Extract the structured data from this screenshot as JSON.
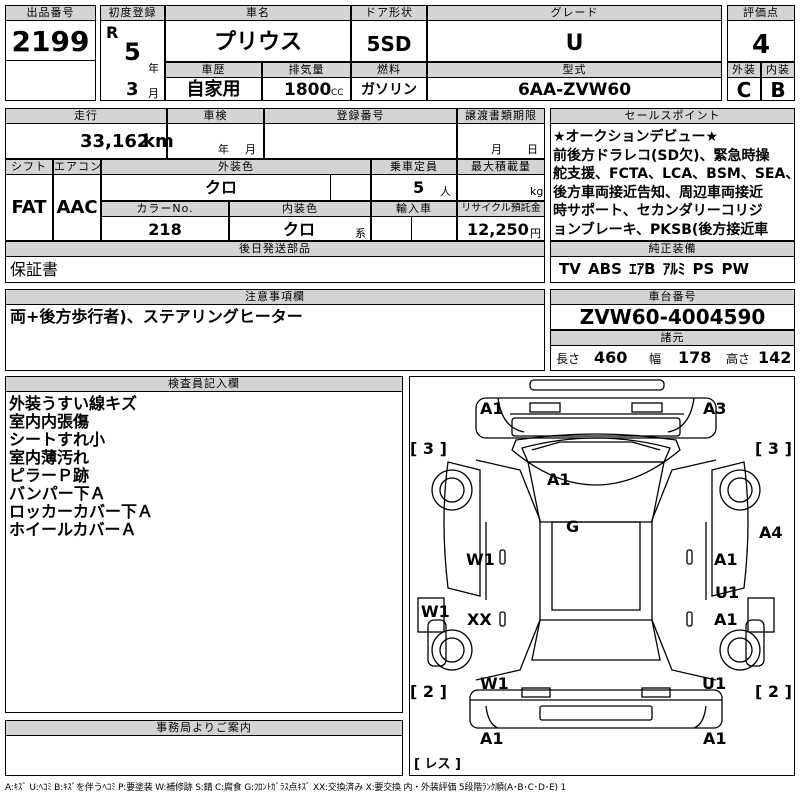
{
  "header_row": {
    "lot_label": "出品番号",
    "lot": "2199",
    "first_reg_label": "初度登録",
    "era": "R",
    "year": "5",
    "year_unit": "年",
    "month": "3",
    "month_unit": "月",
    "model_label": "車名",
    "model": "プリウス",
    "door_label": "ドア形状",
    "door": "5SD",
    "grade_label": "グレード",
    "grade": "U",
    "score_label": "評価点",
    "score": "4",
    "history_label": "車歴",
    "history": "自家用",
    "displacement_label": "排気量",
    "displacement": "1800",
    "displacement_unit": "CC",
    "fuel_label": "燃料",
    "fuel": "ガソリン",
    "type_label": "型式",
    "type": "6AA-ZVW60",
    "exterior_label": "外装",
    "exterior_grade": "C",
    "interior_label": "内装",
    "interior_grade": "B"
  },
  "row2": {
    "mileage_label": "走行",
    "mileage": "33,162",
    "mileage_unit": "km",
    "inspection_label": "車検",
    "inspection_year_unit": "年",
    "inspection_month_unit": "月",
    "plate_label": "登録番号",
    "transfer_label": "譲渡書類期限",
    "transfer_month_unit": "月",
    "transfer_day_unit": "日",
    "shift_label": "シフト",
    "shift": "FAT",
    "ac_label": "エアコン",
    "ac": "AAC",
    "color_label": "外装色",
    "color": "クロ",
    "capacity_label": "乗車定員",
    "capacity": "5",
    "capacity_unit": "人",
    "max_load_label": "最大積載量",
    "max_load_unit": "kg",
    "color_no_label": "カラーNo.",
    "color_no": "218",
    "interior_color_label": "内装色",
    "interior_color": "クロ",
    "interior_color_unit": "系",
    "import_label": "輸入車",
    "recycle_label": "リサイクル預託金",
    "recycle": "12,250",
    "recycle_unit": "円"
  },
  "sales_points": {
    "label": "セールスポイント",
    "lines": [
      "★オークションデビュー★",
      "前後方ドラレコ(SD欠)、緊急時操",
      "舵支援、FCTA、LCA、BSM、SEA、",
      "後方車両接近告知、周辺車両接近",
      "時サポート、セカンダリーコリジ",
      "ョンブレーキ、PKSB(後方接近車"
    ]
  },
  "later_parts": {
    "label": "後日発送部品",
    "value": "保証書"
  },
  "equipment": {
    "label": "純正装備",
    "value": "TV ABS ｴｱB ｱﾙﾐ PS PW"
  },
  "notes": {
    "label": "注意事項欄",
    "value": "両+後方歩行者)、ステアリングヒーター"
  },
  "chassis": {
    "label": "車台番号",
    "value": "ZVW60-4004590"
  },
  "dimensions": {
    "label": "諸元",
    "length_label": "長さ",
    "length": "460",
    "width_label": "幅",
    "width": "178",
    "height_label": "高さ",
    "height": "142"
  },
  "inspector": {
    "label": "検査員記入欄",
    "lines": [
      "外装うすい線キズ",
      "室内内張傷",
      "シートすれ小",
      "室内薄汚れ",
      "ピラーＰ跡",
      "バンパー下Ａ",
      "ロッカーカバー下Ａ",
      "ホイールカバーＡ"
    ]
  },
  "office": {
    "label": "事務局よりご案内"
  },
  "diagram_marks": {
    "front_left": "A1",
    "front_right": "A3",
    "tire_fl": "[ 3 ]",
    "tire_fr": "[ 3 ]",
    "hood": "A1",
    "roof": "G",
    "left_front_door": "W1",
    "right_front_door": "A1",
    "right_fender": "A4",
    "right_rear_door_u": "U1",
    "right_rear_door_a": "A1",
    "left_rocker": "W1",
    "left_rear_door": "XX",
    "left_rear": "W1",
    "right_rear": "U1",
    "tire_rl": "[ 2 ]",
    "tire_rr": "[ 2 ]",
    "rear_left": "A1",
    "rear_right": "A1",
    "spare": "[ レス ]"
  },
  "legend": "A:ｷｽﾞ U:ﾍｺﾐ B:ｷｽﾞを伴うﾍｺﾐ P:要塗装 W:補修跡 S:錆 C:腐食 G:ﾌﾛﾝﾄｶﾞﾗｽ点ｷｽﾞ XX:交換済み X:要交換 内・外装評価 5段階ﾗﾝｸ順(A･B･C･D･E) 1"
}
